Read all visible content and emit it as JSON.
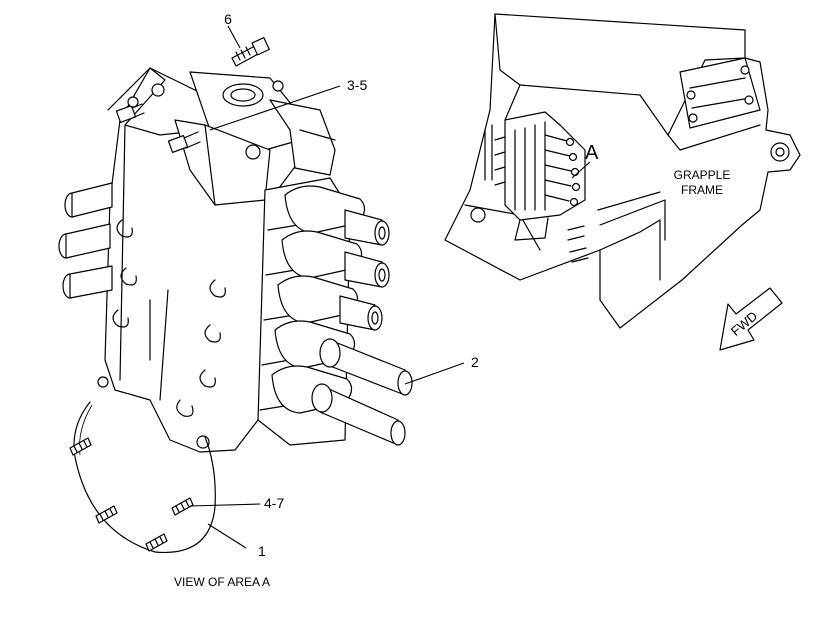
{
  "callouts": {
    "c6": "6",
    "c35": "3-5",
    "c2": "2",
    "c47": "4-7",
    "c1": "1",
    "area_a": "A"
  },
  "labels": {
    "view_of_area": "VIEW OF AREA  A",
    "grapple_frame_line1": "GRAPPLE",
    "grapple_frame_line2": "FRAME",
    "fwd": "FWD"
  }
}
